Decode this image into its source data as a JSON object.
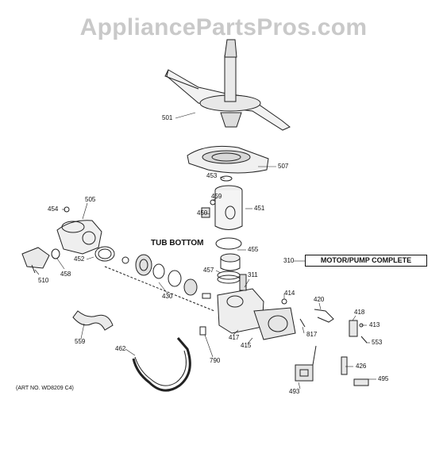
{
  "watermark": "AppliancePartsPros.com",
  "tub_bottom_label": "TUB BOTTOM",
  "assembly": {
    "number": "310",
    "name": "MOTOR/PUMP COMPLETE"
  },
  "art_number": "(ART NO. WD8209 C4)",
  "parts": {
    "p501": "501",
    "p507": "507",
    "p453": "453",
    "p459": "459",
    "p450": "450",
    "p451": "451",
    "p454": "454",
    "p505": "505",
    "p452": "452",
    "p458": "458",
    "p510": "510",
    "p455": "455",
    "p457": "457",
    "p311": "311",
    "p430": "430",
    "p414": "414",
    "p420": "420",
    "p418": "418",
    "p413": "413",
    "p553": "553",
    "p417": "417",
    "p415": "415",
    "p817": "817",
    "p559": "559",
    "p462": "462",
    "p790": "790",
    "p426": "426",
    "p495": "495",
    "p493": "493"
  }
}
